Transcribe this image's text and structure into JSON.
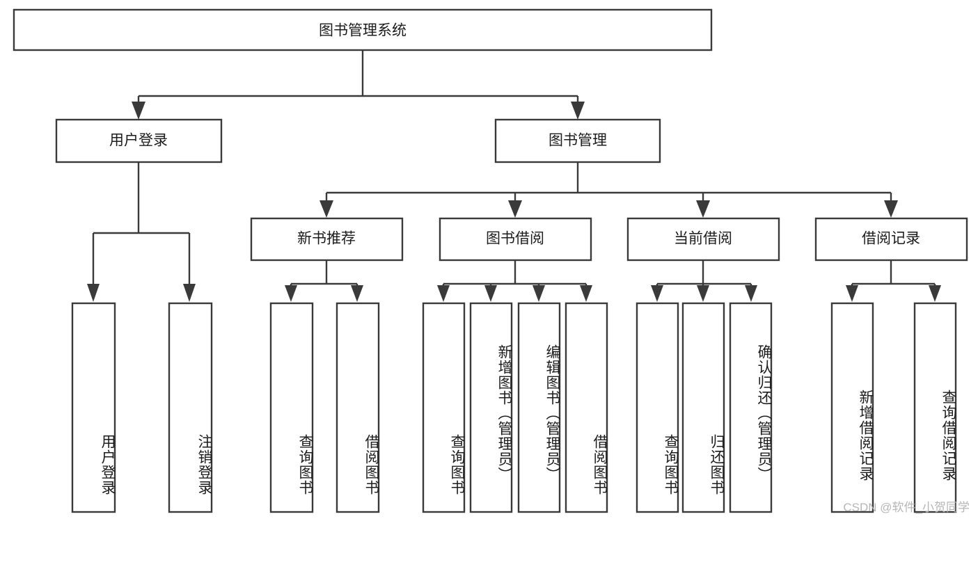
{
  "diagram": {
    "title": "图书管理系统",
    "type": "hierarchy-tree",
    "watermark": "CSDN @软件_小贺同学",
    "colors": {
      "box_stroke": "#3a3a3a",
      "box_fill": "#ffffff",
      "text": "#1c1c1c",
      "background": "#ffffff",
      "watermark": "#b6b6b6"
    },
    "root": {
      "label": "图书管理系统"
    },
    "level1": [
      {
        "label": "用户登录"
      },
      {
        "label": "图书管理"
      }
    ],
    "level2": [
      {
        "label": "新书推荐"
      },
      {
        "label": "图书借阅"
      },
      {
        "label": "当前借阅"
      },
      {
        "label": "借阅记录"
      }
    ],
    "leaves": {
      "user_login": [
        {
          "label": "用户登录"
        },
        {
          "label": "注销登录"
        }
      ],
      "new_book_recommend": [
        {
          "label": "查询图书"
        },
        {
          "label": "借阅图书"
        }
      ],
      "book_borrow": [
        {
          "label": "查询图书"
        },
        {
          "label": "新增图书（管理员）"
        },
        {
          "label": "编辑图书（管理员）"
        },
        {
          "label": "借阅图书"
        }
      ],
      "current_borrow": [
        {
          "label": "查询图书"
        },
        {
          "label": "归还图书"
        },
        {
          "label": "确认归还（管理员）"
        }
      ],
      "borrow_record": [
        {
          "label": "新增借阅记录"
        },
        {
          "label": "查询借阅记录"
        }
      ]
    }
  }
}
